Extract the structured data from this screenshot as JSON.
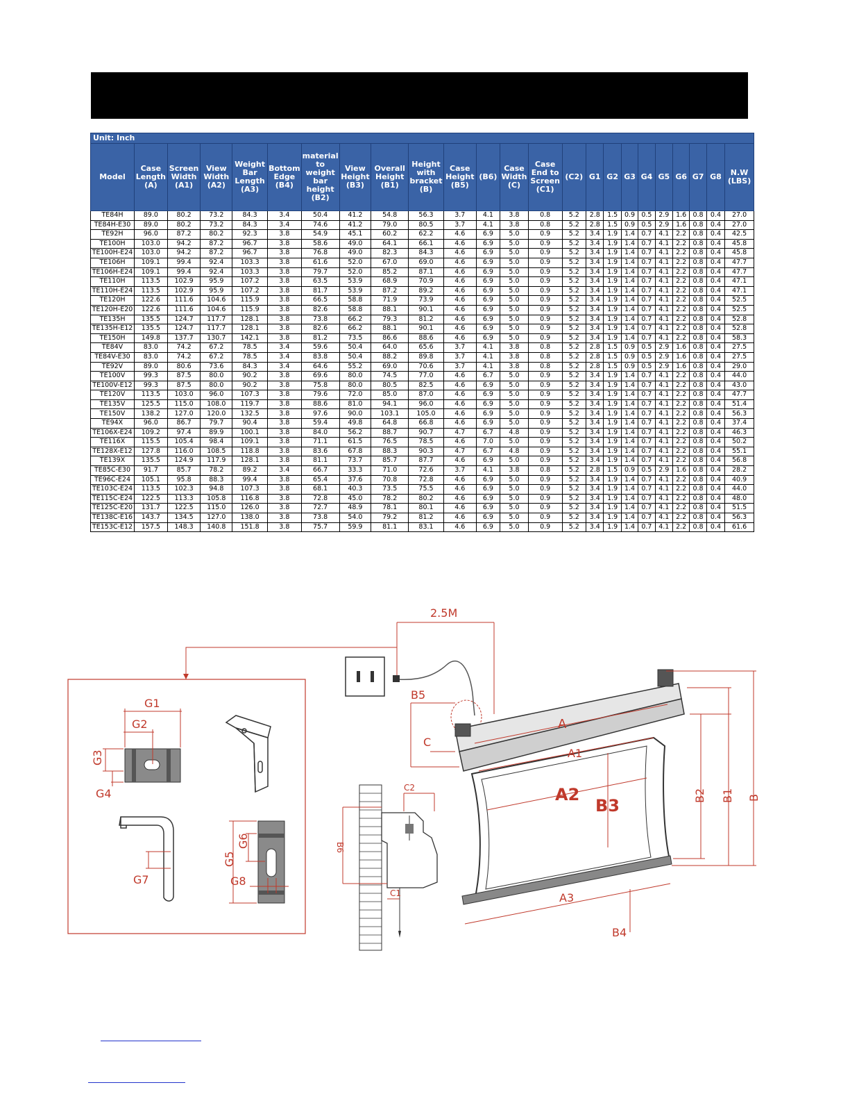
{
  "unit_label": "Unit: Inch",
  "columns": [
    "Model",
    "Case Length (A)",
    "Screen Width (A1)",
    "View Width (A2)",
    "Weight Bar Length (A3)",
    "Bottom Edge (B4)",
    "material to weight bar height (B2)",
    "View Height (B3)",
    "Overall Height (B1)",
    "Height with bracket (B)",
    "Case Height (B5)",
    "(B6)",
    "Case Width (C)",
    "Case End to Screen (C1)",
    "(C2)",
    "G1",
    "G2",
    "G3",
    "G4",
    "G5",
    "G6",
    "G7",
    "G8",
    "N.W (LBS)"
  ],
  "rows": [
    [
      "TE84H",
      "89.0",
      "80.2",
      "73.2",
      "84.3",
      "3.4",
      "50.4",
      "41.2",
      "54.8",
      "56.3",
      "3.7",
      "4.1",
      "3.8",
      "0.8",
      "5.2",
      "2.8",
      "1.5",
      "0.9",
      "0.5",
      "2.9",
      "1.6",
      "0.8",
      "0.4",
      "27.0"
    ],
    [
      "TE84H-E30",
      "89.0",
      "80.2",
      "73.2",
      "84.3",
      "3.4",
      "74.6",
      "41.2",
      "79.0",
      "80.5",
      "3.7",
      "4.1",
      "3.8",
      "0.8",
      "5.2",
      "2.8",
      "1.5",
      "0.9",
      "0.5",
      "2.9",
      "1.6",
      "0.8",
      "0.4",
      "27.0"
    ],
    [
      "TE92H",
      "96.0",
      "87.2",
      "80.2",
      "92.3",
      "3.8",
      "54.9",
      "45.1",
      "60.2",
      "62.2",
      "4.6",
      "6.9",
      "5.0",
      "0.9",
      "5.2",
      "3.4",
      "1.9",
      "1.4",
      "0.7",
      "4.1",
      "2.2",
      "0.8",
      "0.4",
      "42.5"
    ],
    [
      "TE100H",
      "103.0",
      "94.2",
      "87.2",
      "96.7",
      "3.8",
      "58.6",
      "49.0",
      "64.1",
      "66.1",
      "4.6",
      "6.9",
      "5.0",
      "0.9",
      "5.2",
      "3.4",
      "1.9",
      "1.4",
      "0.7",
      "4.1",
      "2.2",
      "0.8",
      "0.4",
      "45.8"
    ],
    [
      "TE100H-E24",
      "103.0",
      "94.2",
      "87.2",
      "96.7",
      "3.8",
      "76.8",
      "49.0",
      "82.3",
      "84.3",
      "4.6",
      "6.9",
      "5.0",
      "0.9",
      "5.2",
      "3.4",
      "1.9",
      "1.4",
      "0.7",
      "4.1",
      "2.2",
      "0.8",
      "0.4",
      "45.8"
    ],
    [
      "TE106H",
      "109.1",
      "99.4",
      "92.4",
      "103.3",
      "3.8",
      "61.6",
      "52.0",
      "67.0",
      "69.0",
      "4.6",
      "6.9",
      "5.0",
      "0.9",
      "5.2",
      "3.4",
      "1.9",
      "1.4",
      "0.7",
      "4.1",
      "2.2",
      "0.8",
      "0.4",
      "47.7"
    ],
    [
      "TE106H-E24",
      "109.1",
      "99.4",
      "92.4",
      "103.3",
      "3.8",
      "79.7",
      "52.0",
      "85.2",
      "87.1",
      "4.6",
      "6.9",
      "5.0",
      "0.9",
      "5.2",
      "3.4",
      "1.9",
      "1.4",
      "0.7",
      "4.1",
      "2.2",
      "0.8",
      "0.4",
      "47.7"
    ],
    [
      "TE110H",
      "113.5",
      "102.9",
      "95.9",
      "107.2",
      "3.8",
      "63.5",
      "53.9",
      "68.9",
      "70.9",
      "4.6",
      "6.9",
      "5.0",
      "0.9",
      "5.2",
      "3.4",
      "1.9",
      "1.4",
      "0.7",
      "4.1",
      "2.2",
      "0.8",
      "0.4",
      "47.1"
    ],
    [
      "TE110H-E24",
      "113.5",
      "102.9",
      "95.9",
      "107.2",
      "3.8",
      "81.7",
      "53.9",
      "87.2",
      "89.2",
      "4.6",
      "6.9",
      "5.0",
      "0.9",
      "5.2",
      "3.4",
      "1.9",
      "1.4",
      "0.7",
      "4.1",
      "2.2",
      "0.8",
      "0.4",
      "47.1"
    ],
    [
      "TE120H",
      "122.6",
      "111.6",
      "104.6",
      "115.9",
      "3.8",
      "66.5",
      "58.8",
      "71.9",
      "73.9",
      "4.6",
      "6.9",
      "5.0",
      "0.9",
      "5.2",
      "3.4",
      "1.9",
      "1.4",
      "0.7",
      "4.1",
      "2.2",
      "0.8",
      "0.4",
      "52.5"
    ],
    [
      "TE120H-E20",
      "122.6",
      "111.6",
      "104.6",
      "115.9",
      "3.8",
      "82.6",
      "58.8",
      "88.1",
      "90.1",
      "4.6",
      "6.9",
      "5.0",
      "0.9",
      "5.2",
      "3.4",
      "1.9",
      "1.4",
      "0.7",
      "4.1",
      "2.2",
      "0.8",
      "0.4",
      "52.5"
    ],
    [
      "TE135H",
      "135.5",
      "124.7",
      "117.7",
      "128.1",
      "3.8",
      "73.8",
      "66.2",
      "79.3",
      "81.2",
      "4.6",
      "6.9",
      "5.0",
      "0.9",
      "5.2",
      "3.4",
      "1.9",
      "1.4",
      "0.7",
      "4.1",
      "2.2",
      "0.8",
      "0.4",
      "52.8"
    ],
    [
      "TE135H-E12",
      "135.5",
      "124.7",
      "117.7",
      "128.1",
      "3.8",
      "82.6",
      "66.2",
      "88.1",
      "90.1",
      "4.6",
      "6.9",
      "5.0",
      "0.9",
      "5.2",
      "3.4",
      "1.9",
      "1.4",
      "0.7",
      "4.1",
      "2.2",
      "0.8",
      "0.4",
      "52.8"
    ],
    [
      "TE150H",
      "149.8",
      "137.7",
      "130.7",
      "142.1",
      "3.8",
      "81.2",
      "73.5",
      "86.6",
      "88.6",
      "4.6",
      "6.9",
      "5.0",
      "0.9",
      "5.2",
      "3.4",
      "1.9",
      "1.4",
      "0.7",
      "4.1",
      "2.2",
      "0.8",
      "0.4",
      "58.3"
    ],
    [
      "TE84V",
      "83.0",
      "74.2",
      "67.2",
      "78.5",
      "3.4",
      "59.6",
      "50.4",
      "64.0",
      "65.6",
      "3.7",
      "4.1",
      "3.8",
      "0.8",
      "5.2",
      "2.8",
      "1.5",
      "0.9",
      "0.5",
      "2.9",
      "1.6",
      "0.8",
      "0.4",
      "27.5"
    ],
    [
      "TE84V-E30",
      "83.0",
      "74.2",
      "67.2",
      "78.5",
      "3.4",
      "83.8",
      "50.4",
      "88.2",
      "89.8",
      "3.7",
      "4.1",
      "3.8",
      "0.8",
      "5.2",
      "2.8",
      "1.5",
      "0.9",
      "0.5",
      "2.9",
      "1.6",
      "0.8",
      "0.4",
      "27.5"
    ],
    [
      "TE92V",
      "89.0",
      "80.6",
      "73.6",
      "84.3",
      "3.4",
      "64.6",
      "55.2",
      "69.0",
      "70.6",
      "3.7",
      "4.1",
      "3.8",
      "0.8",
      "5.2",
      "2.8",
      "1.5",
      "0.9",
      "0.5",
      "2.9",
      "1.6",
      "0.8",
      "0.4",
      "29.0"
    ],
    [
      "TE100V",
      "99.3",
      "87.5",
      "80.0",
      "90.2",
      "3.8",
      "69.6",
      "80.0",
      "74.5",
      "77.0",
      "4.6",
      "6.7",
      "5.0",
      "0.9",
      "5.2",
      "3.4",
      "1.9",
      "1.4",
      "0.7",
      "4.1",
      "2.2",
      "0.8",
      "0.4",
      "44.0"
    ],
    [
      "TE100V-E12",
      "99.3",
      "87.5",
      "80.0",
      "90.2",
      "3.8",
      "75.8",
      "80.0",
      "80.5",
      "82.5",
      "4.6",
      "6.9",
      "5.0",
      "0.9",
      "5.2",
      "3.4",
      "1.9",
      "1.4",
      "0.7",
      "4.1",
      "2.2",
      "0.8",
      "0.4",
      "43.0"
    ],
    [
      "TE120V",
      "113.5",
      "103.0",
      "96.0",
      "107.3",
      "3.8",
      "79.6",
      "72.0",
      "85.0",
      "87.0",
      "4.6",
      "6.9",
      "5.0",
      "0.9",
      "5.2",
      "3.4",
      "1.9",
      "1.4",
      "0.7",
      "4.1",
      "2.2",
      "0.8",
      "0.4",
      "47.7"
    ],
    [
      "TE135V",
      "125.5",
      "115.0",
      "108.0",
      "119.7",
      "3.8",
      "88.6",
      "81.0",
      "94.1",
      "96.0",
      "4.6",
      "6.9",
      "5.0",
      "0.9",
      "5.2",
      "3.4",
      "1.9",
      "1.4",
      "0.7",
      "4.1",
      "2.2",
      "0.8",
      "0.4",
      "51.4"
    ],
    [
      "TE150V",
      "138.2",
      "127.0",
      "120.0",
      "132.5",
      "3.8",
      "97.6",
      "90.0",
      "103.1",
      "105.0",
      "4.6",
      "6.9",
      "5.0",
      "0.9",
      "5.2",
      "3.4",
      "1.9",
      "1.4",
      "0.7",
      "4.1",
      "2.2",
      "0.8",
      "0.4",
      "56.3"
    ],
    [
      "TE94X",
      "96.0",
      "86.7",
      "79.7",
      "90.4",
      "3.8",
      "59.4",
      "49.8",
      "64.8",
      "66.8",
      "4.6",
      "6.9",
      "5.0",
      "0.9",
      "5.2",
      "3.4",
      "1.9",
      "1.4",
      "0.7",
      "4.1",
      "2.2",
      "0.8",
      "0.4",
      "37.4"
    ],
    [
      "TE106X-E24",
      "109.2",
      "97.4",
      "89.9",
      "100.1",
      "3.8",
      "84.0",
      "56.2",
      "88.7",
      "90.7",
      "4.7",
      "6.7",
      "4.8",
      "0.9",
      "5.2",
      "3.4",
      "1.9",
      "1.4",
      "0.7",
      "4.1",
      "2.2",
      "0.8",
      "0.4",
      "46.3"
    ],
    [
      "TE116X",
      "115.5",
      "105.4",
      "98.4",
      "109.1",
      "3.8",
      "71.1",
      "61.5",
      "76.5",
      "78.5",
      "4.6",
      "7.0",
      "5.0",
      "0.9",
      "5.2",
      "3.4",
      "1.9",
      "1.4",
      "0.7",
      "4.1",
      "2.2",
      "0.8",
      "0.4",
      "50.2"
    ],
    [
      "TE128X-E12",
      "127.8",
      "116.0",
      "108.5",
      "118.8",
      "3.8",
      "83.6",
      "67.8",
      "88.3",
      "90.3",
      "4.7",
      "6.7",
      "4.8",
      "0.9",
      "5.2",
      "3.4",
      "1.9",
      "1.4",
      "0.7",
      "4.1",
      "2.2",
      "0.8",
      "0.4",
      "55.1"
    ],
    [
      "TE139X",
      "135.5",
      "124.9",
      "117.9",
      "128.1",
      "3.8",
      "81.1",
      "73.7",
      "85.7",
      "87.7",
      "4.6",
      "6.9",
      "5.0",
      "0.9",
      "5.2",
      "3.4",
      "1.9",
      "1.4",
      "0.7",
      "4.1",
      "2.2",
      "0.8",
      "0.4",
      "56.8"
    ],
    [
      "TE85C-E30",
      "91.7",
      "85.7",
      "78.2",
      "89.2",
      "3.4",
      "66.7",
      "33.3",
      "71.0",
      "72.6",
      "3.7",
      "4.1",
      "3.8",
      "0.8",
      "5.2",
      "2.8",
      "1.5",
      "0.9",
      "0.5",
      "2.9",
      "1.6",
      "0.8",
      "0.4",
      "28.2"
    ],
    [
      "TE96C-E24",
      "105.1",
      "95.8",
      "88.3",
      "99.4",
      "3.8",
      "65.4",
      "37.6",
      "70.8",
      "72.8",
      "4.6",
      "6.9",
      "5.0",
      "0.9",
      "5.2",
      "3.4",
      "1.9",
      "1.4",
      "0.7",
      "4.1",
      "2.2",
      "0.8",
      "0.4",
      "40.9"
    ],
    [
      "TE103C-E24",
      "113.5",
      "102.3",
      "94.8",
      "107.3",
      "3.8",
      "68.1",
      "40.3",
      "73.5",
      "75.5",
      "4.6",
      "6.9",
      "5.0",
      "0.9",
      "5.2",
      "3.4",
      "1.9",
      "1.4",
      "0.7",
      "4.1",
      "2.2",
      "0.8",
      "0.4",
      "44.0"
    ],
    [
      "TE115C-E24",
      "122.5",
      "113.3",
      "105.8",
      "116.8",
      "3.8",
      "72.8",
      "45.0",
      "78.2",
      "80.2",
      "4.6",
      "6.9",
      "5.0",
      "0.9",
      "5.2",
      "3.4",
      "1.9",
      "1.4",
      "0.7",
      "4.1",
      "2.2",
      "0.8",
      "0.4",
      "48.0"
    ],
    [
      "TE125C-E20",
      "131.7",
      "122.5",
      "115.0",
      "126.0",
      "3.8",
      "72.7",
      "48.9",
      "78.1",
      "80.1",
      "4.6",
      "6.9",
      "5.0",
      "0.9",
      "5.2",
      "3.4",
      "1.9",
      "1.4",
      "0.7",
      "4.1",
      "2.2",
      "0.8",
      "0.4",
      "51.5"
    ],
    [
      "TE138C-E16",
      "143.7",
      "134.5",
      "127.0",
      "138.0",
      "3.8",
      "73.8",
      "54.0",
      "79.2",
      "81.2",
      "4.6",
      "6.9",
      "5.0",
      "0.9",
      "5.2",
      "3.4",
      "1.9",
      "1.4",
      "0.7",
      "4.1",
      "2.2",
      "0.8",
      "0.4",
      "56.3"
    ],
    [
      "TE153C-E12",
      "157.5",
      "148.3",
      "140.8",
      "151.8",
      "3.8",
      "75.7",
      "59.9",
      "81.1",
      "83.1",
      "4.6",
      "6.9",
      "5.0",
      "0.9",
      "5.2",
      "3.4",
      "1.9",
      "1.4",
      "0.7",
      "4.1",
      "2.2",
      "0.8",
      "0.4",
      "61.6"
    ]
  ],
  "diagram_labels": {
    "cable_length": "2.5M",
    "A": "A",
    "A1": "A1",
    "A2": "A2",
    "A3": "A3",
    "B": "B",
    "B1": "B1",
    "B2": "B2",
    "B3": "B3",
    "B4": "B4",
    "B5": "B5",
    "B6": "B6",
    "C": "C",
    "C1": "C1",
    "C2": "C2",
    "G1": "G1",
    "G2": "G2",
    "G3": "G3",
    "G4": "G4",
    "G5": "G5",
    "G6": "G6",
    "G7": "G7",
    "G8": "G8"
  }
}
